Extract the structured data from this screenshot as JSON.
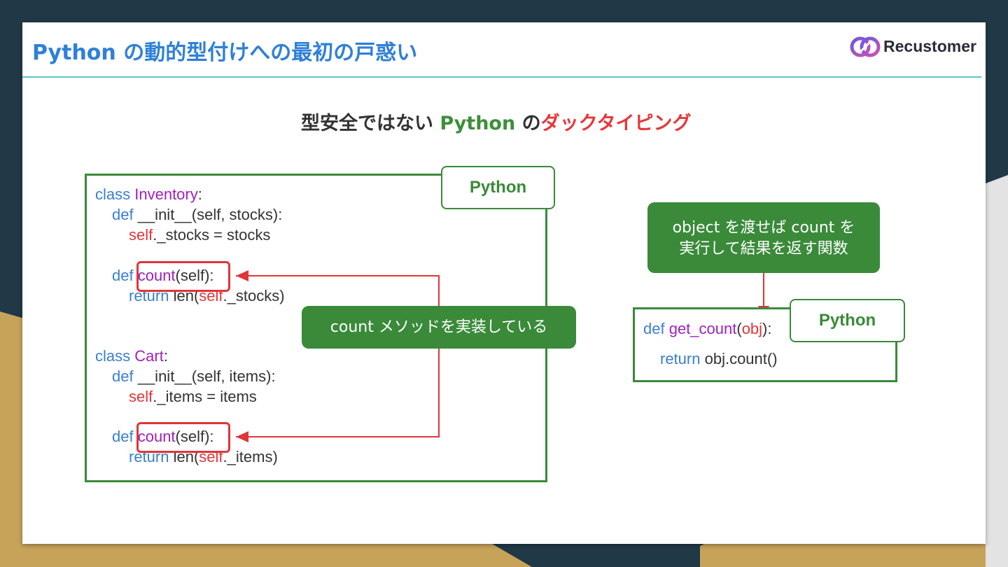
{
  "header": {
    "title": "Python の動的型付けへの最初の戸惑い",
    "logo_text": "Recustomer"
  },
  "subtitle": {
    "part1": "型安全ではない ",
    "part2": "Python",
    "part3": " の",
    "part4": "ダックタイピング"
  },
  "left_code": {
    "tag": "Python",
    "lines": [
      {
        "kw": "class",
        "name": "Inventory",
        "rest": ":"
      },
      {
        "kw": "def",
        "rest": " __init__(self, stocks):"
      },
      {
        "self": "self",
        "rest": "._stocks = stocks"
      },
      {
        "kw": "def",
        "name": "count",
        "rest": "(self):"
      },
      {
        "kw": "return",
        "rest": " len(",
        "self": "self",
        "rest2": "._stocks)"
      },
      {
        "kw": "class",
        "name": "Cart",
        "rest": ":"
      },
      {
        "kw": "def",
        "rest": " __init__(self, items):"
      },
      {
        "self": "self",
        "rest": "._items = items"
      },
      {
        "kw": "def",
        "name": "count",
        "rest": "(self):"
      },
      {
        "kw": "return",
        "rest": " len(",
        "self": "self",
        "rest2": "._items)"
      }
    ]
  },
  "callout_middle": "count メソッドを実装している",
  "right_code": {
    "tag": "Python",
    "callout": [
      "object を渡せば count を",
      "実行して結果を返す関数"
    ],
    "line1": {
      "kw": "def",
      "name": "get_count",
      "paren_open": "(",
      "arg": "obj",
      "rest": "):"
    },
    "line2": {
      "kw": "return",
      "rest": " obj.count()"
    }
  },
  "colors": {
    "title_blue": "#2f80d8",
    "python_green": "#3a8a3a",
    "accent_red": "#e0353a",
    "keyword_blue": "#3a7fd0",
    "class_purple": "#a020c0",
    "bg_navy": "#213847",
    "bg_gold": "#c7a35a"
  }
}
